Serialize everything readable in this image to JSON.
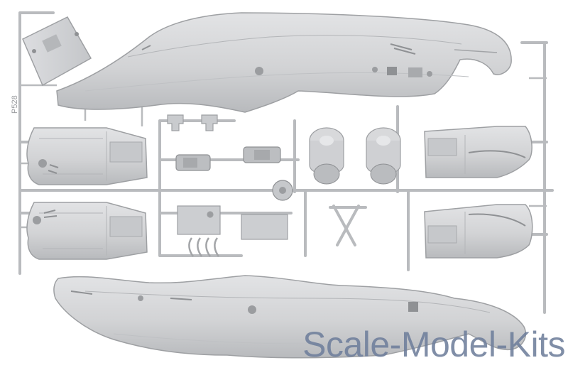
{
  "image": {
    "subject": "injection-molded plastic model kit sprue with helicopter fuselage halves, engine nacelles and small parts",
    "colors": {
      "background": "#ffffff",
      "plastic": "#d4d5d7",
      "plastic_shadow": "#a9abae",
      "plastic_dark": "#8e9093",
      "watermark": "#6f7f9c"
    }
  },
  "sprue_code": "P528",
  "watermark": {
    "text": "Scale-Model-Kits"
  }
}
